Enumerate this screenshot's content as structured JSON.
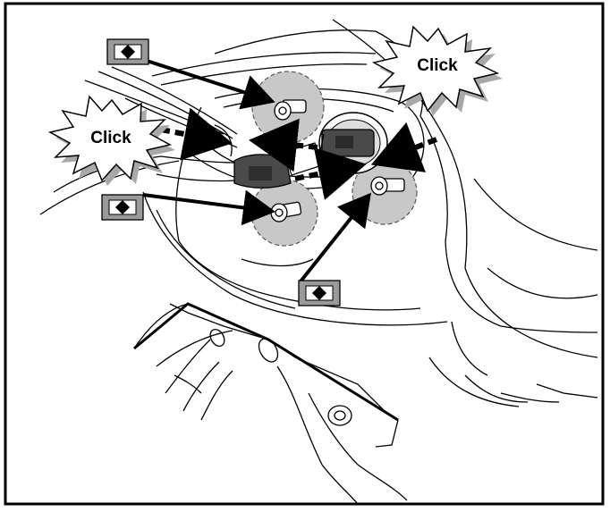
{
  "callouts": {
    "click_top_right": "Click",
    "click_left": "Click"
  },
  "fastener_symbols": [
    {
      "name": "fastener-symbol-top",
      "icon": "bolt-symbol-icon"
    },
    {
      "name": "fastener-symbol-left",
      "icon": "bolt-symbol-icon"
    },
    {
      "name": "fastener-symbol-bottom",
      "icon": "bolt-symbol-icon"
    }
  ],
  "colors": {
    "line": "#000000",
    "connector": "#4a4a4a",
    "highlight_circle": "#c8c8c8",
    "symbol_box": "#9a9a9a",
    "burst_shadow": "#a8a8a8"
  }
}
